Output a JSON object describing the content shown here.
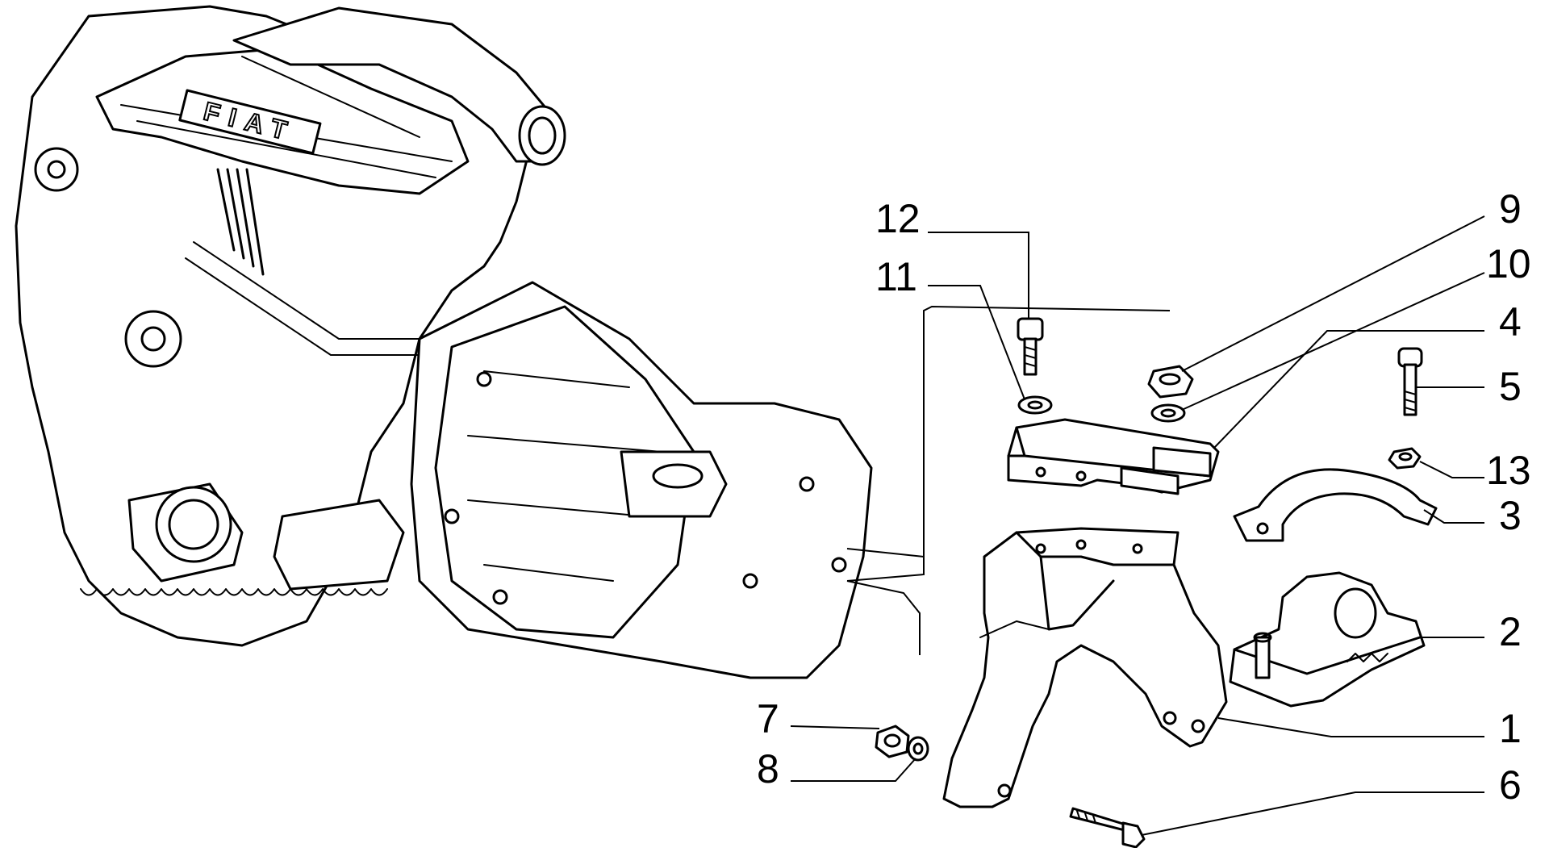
{
  "engine": {
    "badge_text": "FIAT"
  },
  "callouts": [
    {
      "id": "1",
      "label": "1"
    },
    {
      "id": "2",
      "label": "2"
    },
    {
      "id": "3",
      "label": "3"
    },
    {
      "id": "4",
      "label": "4"
    },
    {
      "id": "5",
      "label": "5"
    },
    {
      "id": "6",
      "label": "6"
    },
    {
      "id": "7",
      "label": "7"
    },
    {
      "id": "8",
      "label": "8"
    },
    {
      "id": "9",
      "label": "9"
    },
    {
      "id": "10",
      "label": "10"
    },
    {
      "id": "11",
      "label": "11"
    },
    {
      "id": "12",
      "label": "12"
    },
    {
      "id": "13",
      "label": "13"
    }
  ]
}
